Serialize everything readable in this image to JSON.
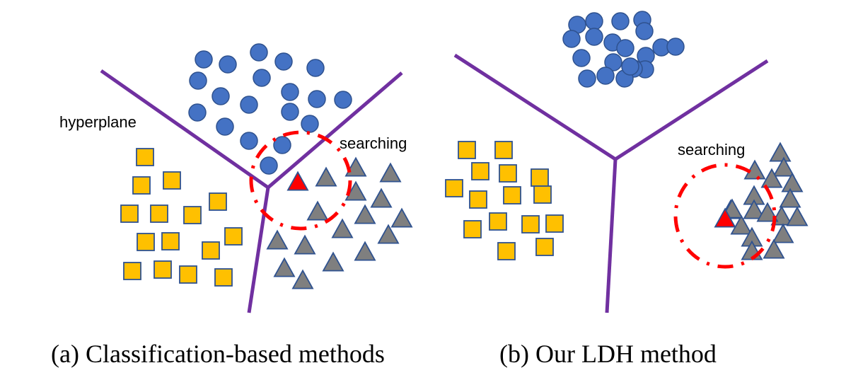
{
  "panels": [
    {
      "id": "a",
      "caption": "(a)  Classification-based methods",
      "labels": {
        "hyperplane": "hyperplane",
        "searching": "searching"
      }
    },
    {
      "id": "b",
      "caption": "(b)  Our LDH method",
      "labels": {
        "searching": "searching"
      }
    }
  ],
  "legend_semantics": {
    "circle": "class-1 samples",
    "square": "class-2 samples",
    "gray-triangle": "class-3 samples",
    "red-triangle": "query sample",
    "purple-line": "hyperplane",
    "red-dashdot-circle": "searching radius"
  },
  "colors": {
    "hyperplane": "#7030A0",
    "circle_fill": "#4472C4",
    "square_fill": "#FFC000",
    "triangle_fill": "#7F7F7F",
    "query_fill": "#FF0000",
    "search_stroke": "#FF0000",
    "outline": "#2F528F"
  }
}
